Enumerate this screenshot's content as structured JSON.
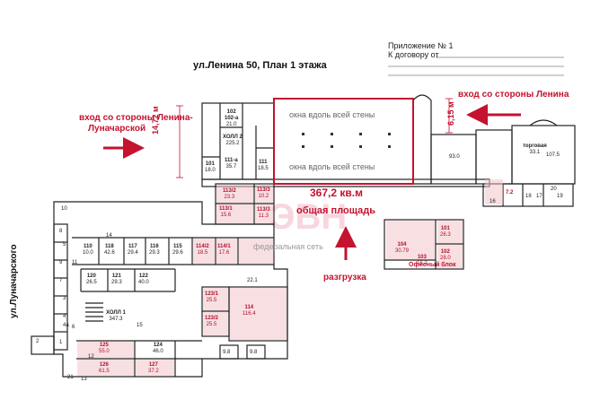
{
  "header": {
    "appendix": "Приложение № 1",
    "contract": "К договору от"
  },
  "title": "ул.Ленина 50,   План 1 этажа",
  "labels": {
    "entrance_right": "вход со стороны Ленина",
    "entrance_left_1": "вход со стороны Ленина-",
    "entrance_left_2": "Луначарской",
    "dim_left": "14,72 м",
    "dim_right": "6,15 м",
    "windows_top": "окна вдоль всей стены",
    "windows_bottom": "окна вдоль всей стены",
    "area_value": "367,2 кв.м",
    "area_caption": "общая площадь",
    "unloading": "разгрузка",
    "street": "ул.Луначарского",
    "office_block": "Офисный блок",
    "watermark": "федеральная сеть"
  },
  "colors": {
    "accent": "#c4122f",
    "room_pink": "#f3c6cc",
    "wall": "#222222"
  },
  "rooms": [
    {
      "num": "102",
      "area": "",
      "sub": "102-а",
      "sub_area": "21.0"
    },
    {
      "num": "ХОЛЛ 2",
      "area": "225.2"
    },
    {
      "num": "101",
      "area": "18.0"
    },
    {
      "num": "111-а",
      "area": "35.7"
    },
    {
      "num": "111",
      "area": "18.5"
    },
    {
      "num": "113/2",
      "area": "23.3"
    },
    {
      "num": "113/3",
      "area": "10.2"
    },
    {
      "num": "113/1",
      "area": "15.6"
    },
    {
      "num": "113/3",
      "area": "11.3"
    },
    {
      "num": "110",
      "area": "10.0"
    },
    {
      "num": "118",
      "area": "42.6"
    },
    {
      "num": "117",
      "area": "29.4"
    },
    {
      "num": "116",
      "area": "29.3"
    },
    {
      "num": "115",
      "area": "29.6"
    },
    {
      "num": "114/2",
      "area": "18.5"
    },
    {
      "num": "114/1",
      "area": "17.6"
    },
    {
      "num": "120",
      "area": "26.5"
    },
    {
      "num": "121",
      "area": "29.3"
    },
    {
      "num": "122",
      "area": "40.0"
    },
    {
      "num": "123/1",
      "area": "25.5"
    },
    {
      "num": "123/2",
      "area": "25.5"
    },
    {
      "num": "114",
      "area": "116.4"
    },
    {
      "num": "ХОЛЛ 1",
      "area": "347.3"
    },
    {
      "num": "125",
      "area": "55.0"
    },
    {
      "num": "124",
      "area": "46.0"
    },
    {
      "num": "126",
      "area": "61.5"
    },
    {
      "num": "127",
      "area": "37.2"
    },
    {
      "num": "104",
      "area": "30.79"
    },
    {
      "num": "101",
      "area": "26.3"
    },
    {
      "num": "102",
      "area": "28.0"
    },
    {
      "num": "103",
      "area": "16.2"
    },
    {
      "num": "торговая",
      "area": "33.1"
    },
    {
      "num": "",
      "area": "107.5"
    },
    {
      "num": "",
      "area": "93.0"
    },
    {
      "num": "7.2",
      "area": ""
    },
    {
      "num": "",
      "area": "22.1"
    },
    {
      "num": "",
      "area": "9.8"
    },
    {
      "num": "",
      "area": "9.8"
    }
  ],
  "small_numbers": [
    "1",
    "2",
    "3",
    "4",
    "4а",
    "5",
    "6",
    "7",
    "8",
    "9",
    "10",
    "11",
    "12",
    "13",
    "14",
    "15",
    "16",
    "17",
    "18",
    "19",
    "20",
    "21"
  ]
}
